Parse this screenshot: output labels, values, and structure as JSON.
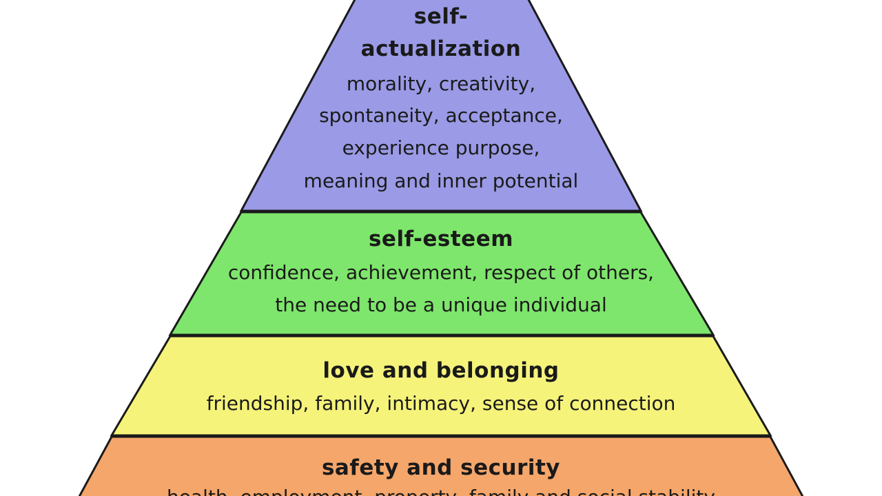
{
  "tiers": [
    {
      "key": "self-actualization",
      "title_lines": [
        "self-",
        "actualization"
      ],
      "desc_lines": [
        "morality, creativity,",
        "spontaneity, acceptance,",
        "experience purpose,",
        "meaning and inner potential"
      ],
      "color": "#9a9ae6"
    },
    {
      "key": "self-esteem",
      "title_lines": [
        "self-esteem"
      ],
      "desc_lines": [
        "confidence, achievement, respect of others,",
        "the need to be a unique individual"
      ],
      "color": "#7ee66c"
    },
    {
      "key": "love-and-belonging",
      "title_lines": [
        "love and belonging"
      ],
      "desc_lines": [
        "friendship, family, intimacy, sense of connection"
      ],
      "color": "#f5f37a"
    },
    {
      "key": "safety-and-security",
      "title_lines": [
        "safety and security"
      ],
      "desc_lines": [
        "health, employment, property, family and social stability"
      ],
      "color": "#f5a66a"
    }
  ],
  "colors": {
    "outline": "#1a1a1a",
    "text": "#1a1a1a",
    "background": "#ffffff"
  }
}
